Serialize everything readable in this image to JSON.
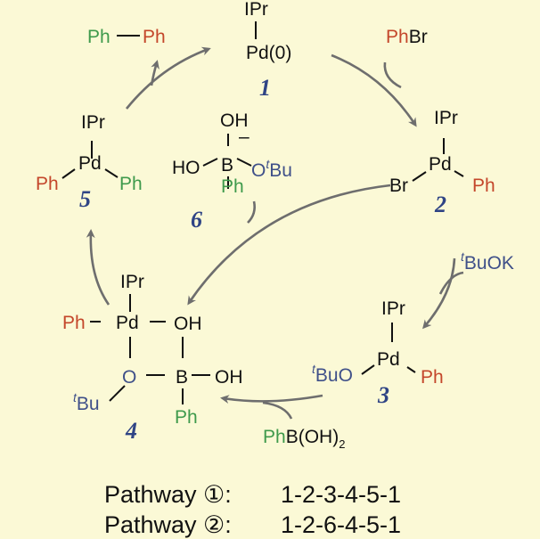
{
  "colors": {
    "background": "#fbf9d6",
    "aryl_from_halide": "#c4472b",
    "aryl_from_boron": "#3f9a4c",
    "alkoxide": "#3f5089",
    "arrow": "#6e6e6e"
  },
  "labels": {
    "ipr": "IPr",
    "pd": "Pd",
    "pd0": "Pd(0)",
    "ph": "Ph",
    "br": "Br",
    "oh": "OH",
    "ho": "HO",
    "o": "O",
    "b": "B",
    "t": "t",
    "bu": "Bu",
    "bu_o": "BuO",
    "ok": "BuOK",
    "boh": "B(OH)",
    "two": "2",
    "minus": "–"
  },
  "compounds": [
    "1",
    "2",
    "3",
    "4",
    "5",
    "6"
  ],
  "pathways": [
    {
      "label": "Pathway ①:",
      "sequence": "1-2-3-4-5-1"
    },
    {
      "label": "Pathway ②:",
      "sequence": "1-2-6-4-5-1"
    }
  ]
}
